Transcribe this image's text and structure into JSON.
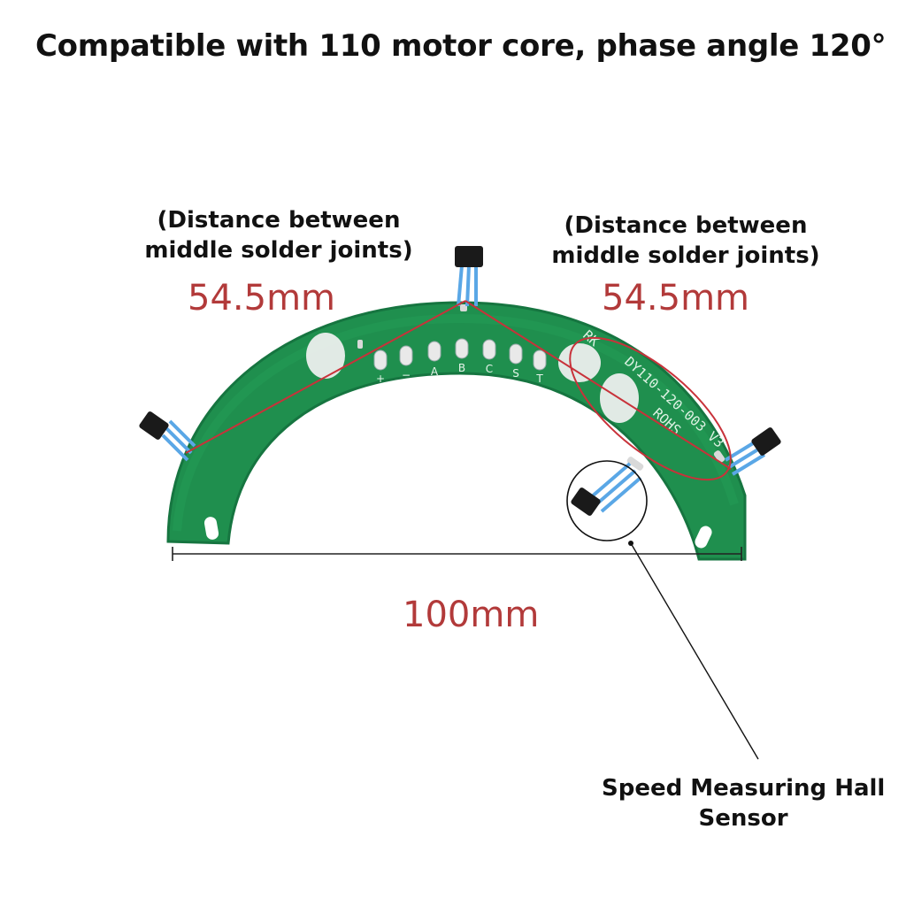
{
  "header": {
    "title": "Compatible with 110 motor core, phase angle 120°"
  },
  "annotations": {
    "left_note": [
      "(Distance between",
      "middle solder joints)"
    ],
    "right_note": [
      "(Distance between",
      "middle solder joints)"
    ],
    "left_distance": "54.5mm",
    "right_distance": "54.5mm",
    "width_distance": "100mm",
    "sensor_label": [
      "Speed Measuring Hall",
      "Sensor"
    ]
  },
  "board": {
    "pad_labels": [
      "+",
      "−",
      "A",
      "B",
      "C",
      "S",
      "T"
    ],
    "silk_text": "DY110-120-003 V3",
    "silk_rohs": "ROHS",
    "silk_mark": "RK"
  },
  "colors": {
    "pcb": "#1f8f4e",
    "pcb_edge": "#167540",
    "measure_line": "#c8323a",
    "dim_text": "#b23a3a",
    "sensor_body": "#1a1a1a",
    "wire": "#5aa7e6"
  }
}
